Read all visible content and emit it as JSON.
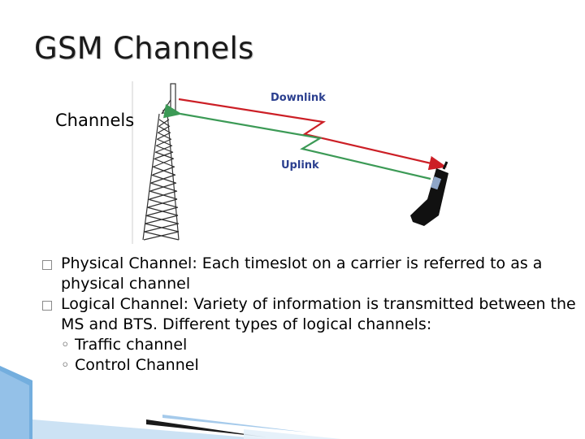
{
  "slide": {
    "title": "GSM Channels"
  },
  "figure": {
    "channels_label": "Channels",
    "downlink_label": "Downlink",
    "uplink_label": "Uplink",
    "colors": {
      "downlink": "#cc1f26",
      "uplink": "#3c9a56",
      "label": "#2b3f8f"
    }
  },
  "bullets": [
    {
      "text": "Physical Channel: Each timeslot on a carrier is referred to as a physical channel"
    },
    {
      "text": "Logical Channel: Variety of information is transmitted between the MS and BTS. Different types of logical channels:"
    }
  ],
  "sub_bullets": [
    {
      "text": "Traffic channel"
    },
    {
      "text": "Control Channel"
    }
  ],
  "icons": {
    "tower": "cell-tower-icon",
    "phone": "mobile-phone-icon",
    "bullet": "square-bullet-icon",
    "sub_bullet": "ring-bullet-icon"
  },
  "theme": {
    "accent": "#5aa0d8",
    "dark": "#1a1a1a"
  }
}
